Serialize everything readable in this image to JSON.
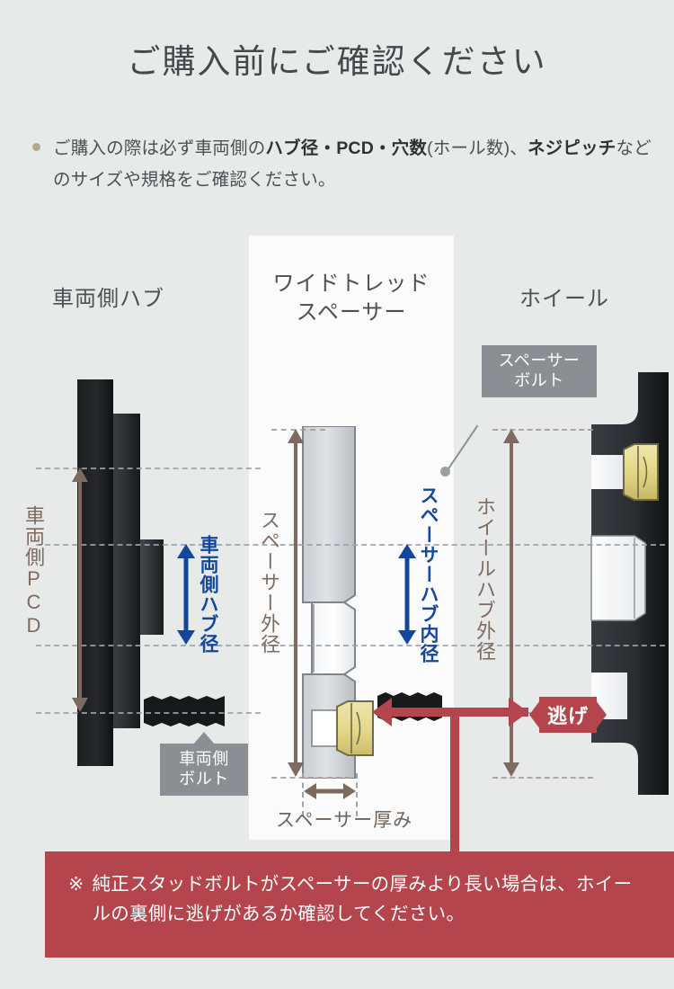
{
  "header": {
    "title": "ご購入前にご確認ください",
    "bullet": {
      "segments": [
        {
          "t": "ご購入の際は必ず車両側の",
          "b": false
        },
        {
          "t": "ハブ径・PCD・穴数",
          "b": true
        },
        {
          "t": "(ホール数)、",
          "b": false
        },
        {
          "t": "ネジピッチ",
          "b": true
        },
        {
          "t": "などのサイズや規格をご確認ください。",
          "b": false
        }
      ]
    }
  },
  "diagram": {
    "columns": {
      "left_label": "車両側ハブ",
      "center_label": "ワイドトレッド\nスペーサー",
      "center_label_line1": "ワイドトレッド",
      "center_label_line2": "スペーサー",
      "right_label": "ホイール"
    },
    "measures": {
      "vehicle_pcd": "車両側PCD",
      "vehicle_hub_dia": "車両側ハブ径",
      "spacer_outer_dia": "スペーサー外径",
      "spacer_hub_inner_dia": "スペーサーハブ内径",
      "wheel_hub_outer_dia": "ホイールハブ外径",
      "spacer_thickness": "スペーサー厚み"
    },
    "callouts": {
      "vehicle_bolt_line1": "車両側",
      "vehicle_bolt_line2": "ボルト",
      "spacer_bolt_line1": "スペーサー",
      "spacer_bolt_line2": "ボルト",
      "escape": "逃げ"
    }
  },
  "warning": {
    "mark": "※",
    "text": "純正スタッドボルトがスペーサーの厚みより長い場合は、ホイールの裏側に逃げがあるか確認してください。"
  },
  "colors": {
    "background": "#e8eaea",
    "panel": "#fbfbfb",
    "brown": "#7d6a60",
    "blue": "#12479c",
    "red": "#b5454c",
    "gray_callout": "#8b8f93",
    "bullet_dot": "#b3a98d"
  }
}
